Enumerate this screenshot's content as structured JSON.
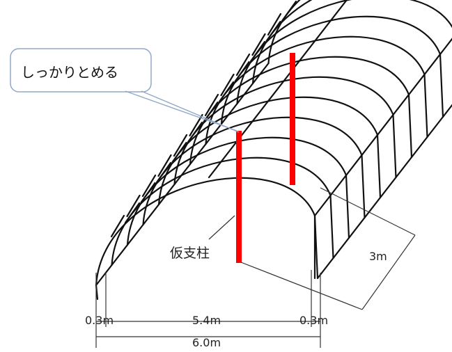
{
  "callout": {
    "text": "しっかりとめる"
  },
  "post_label": "仮支柱",
  "dimensions": {
    "left_eave": "0.3m",
    "span_inner": "5.4m",
    "right_eave": "0.3m",
    "total_width": "6.0m",
    "depth": "3m"
  },
  "colors": {
    "frame": "#111111",
    "post": "#ff0000",
    "callout_border": "#8fa8c8",
    "dimension": "#333333"
  }
}
